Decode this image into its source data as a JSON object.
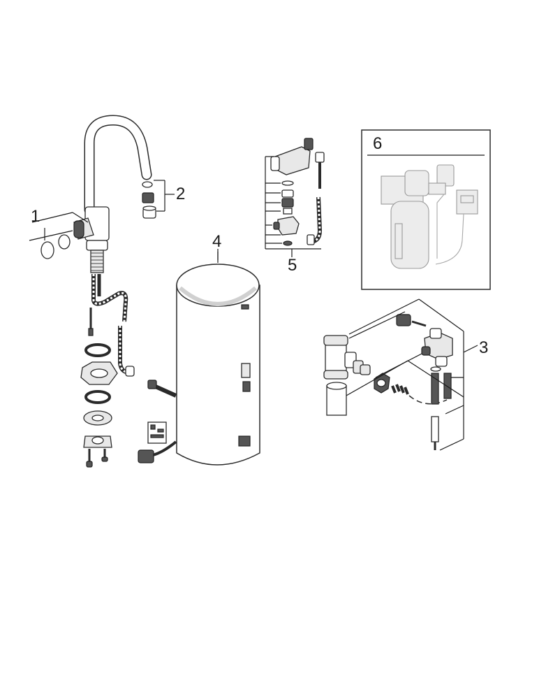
{
  "callouts": {
    "c1": "1",
    "c2": "2",
    "c3": "3",
    "c4": "4",
    "c5": "5",
    "c6": "6"
  },
  "icons": {
    "faucet": "faucet-icon",
    "boiler": "boiler-tank-icon",
    "filter": "water-filter-icon",
    "valve": "angle-valve-icon"
  }
}
